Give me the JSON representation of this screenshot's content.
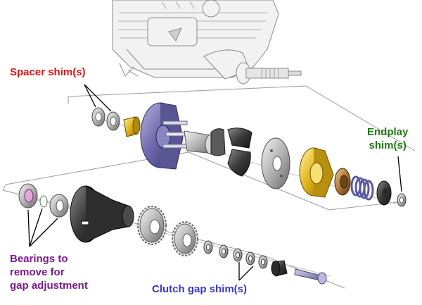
{
  "labels": {
    "spacer_shims": "Spacer shim(s)",
    "endplay_shims_line1": "Endplay",
    "endplay_shims_line2": "shim(s)",
    "bearings_line1": "Bearings to",
    "bearings_line2": "remove for",
    "bearings_line3": "gap adjustment",
    "clutch_gap_shims": "Clutch gap shim(s)"
  },
  "label_colors": {
    "spacer_shims": "#e01414",
    "endplay_shims": "#1f7a12",
    "bearings": "#7a1a8a",
    "clutch_gap_shims": "#3a36c8"
  },
  "parts": {
    "engine": "engine-block",
    "upper_assembly": [
      "spacer-shims",
      "collet",
      "flywheel",
      "clutch-bell-shaft",
      "clutch-shoes",
      "clutch-plate",
      "gold-clutch-nut",
      "bronze-bushing",
      "clutch-spring",
      "lock-nut",
      "endplay-shim"
    ],
    "lower_assembly": [
      "bearings",
      "clutch-bell",
      "pinion-gear-large",
      "pinion-gear-small",
      "clutch-gap-shims",
      "retaining-nut",
      "screw"
    ]
  }
}
